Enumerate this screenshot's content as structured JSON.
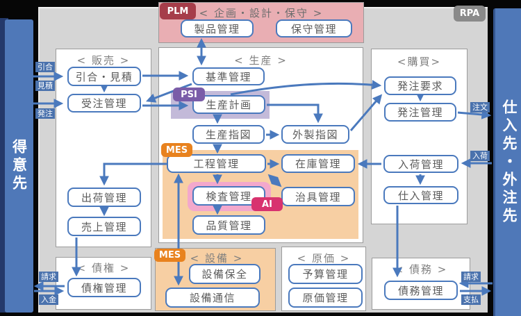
{
  "side_bars": {
    "left": {
      "label": "得意先"
    },
    "right": {
      "label": "仕入先・外注先"
    }
  },
  "badges": {
    "plm": "PLM",
    "rpa": "RPA",
    "psi": "PSI",
    "mes": "MES",
    "ai": "AI"
  },
  "sections": {
    "planning": {
      "title": "< 企画・設計・保守 >",
      "boxes": [
        "製品管理",
        "保守管理"
      ]
    },
    "sales": {
      "title": "< 販売 >",
      "boxes": [
        "引合・見積",
        "受注管理",
        "出荷管理",
        "売上管理"
      ]
    },
    "production": {
      "title": "< 生産 >",
      "boxes": [
        "基準管理",
        "生産計画",
        "生産指図",
        "外製指図",
        "工程管理",
        "在庫管理",
        "検査管理",
        "治具管理",
        "品質管理"
      ]
    },
    "purchase": {
      "title": "<購買>",
      "boxes": [
        "発注要求",
        "発注管理",
        "入荷管理",
        "仕入管理"
      ]
    },
    "receivable": {
      "title": "< 債権 >",
      "boxes": [
        "債権管理"
      ]
    },
    "equipment": {
      "title": "< 設備 >",
      "boxes": [
        "設備保全",
        "設備通信"
      ]
    },
    "cost": {
      "title": "< 原価 >",
      "boxes": [
        "予算管理",
        "原価管理"
      ]
    },
    "payable": {
      "title": "< 債務 >",
      "boxes": [
        "債務管理"
      ]
    }
  },
  "flow_labels": {
    "inquiry": "引合",
    "quote": "見積",
    "order": "発注",
    "purchase_order": "注文",
    "receiving": "入荷",
    "invoice_customer": "請求",
    "deposit": "入金",
    "invoice_supplier": "請求",
    "payment": "支払"
  },
  "colors": {
    "arrow_blue": "#4a79bd",
    "bar_blue": "#4f78b8",
    "plm_red": "#a63d4a",
    "psi_purple": "#7a5ca8",
    "mes_orange": "#e8821e",
    "ai_pink": "#d8336f",
    "rpa_gray": "#8a8a8a",
    "planning_pink": "#e9aeb3",
    "mes_area_orange": "#f7cfa3",
    "psi_area_lavender": "#b9aed2",
    "inspection_frame_pink": "#f3a8cc"
  }
}
